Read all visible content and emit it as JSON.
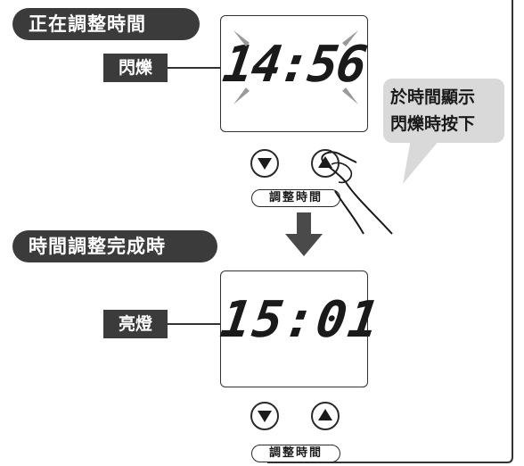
{
  "section_adjusting": {
    "title": "正在調整時間"
  },
  "section_done": {
    "title": "時間調整完成時"
  },
  "display_top": {
    "time": "14:56",
    "state_label": "閃爍"
  },
  "display_bottom": {
    "time": "15:01",
    "state_label": "亮燈"
  },
  "callout": {
    "line1": "於時間顯示",
    "line2": "閃爍時按下"
  },
  "buttons": {
    "adjust_label": "調整時間"
  },
  "colors": {
    "dark": "#3b3b3b",
    "callout_bg": "#d9d9d9",
    "line": "#333333"
  }
}
